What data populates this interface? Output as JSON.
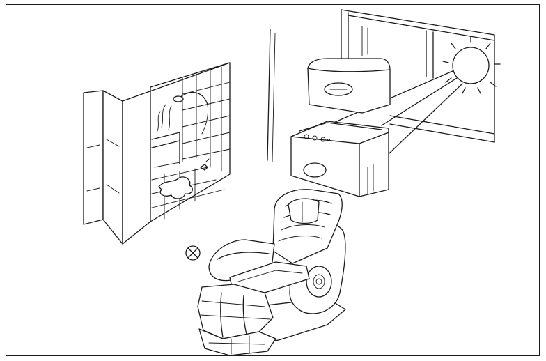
{
  "figure": {
    "ink_color": "#1a1a1a",
    "background_color": "#ffffff",
    "prohibited_symbol_icon": "circle-x-icon",
    "scenes": [
      "bathroom-with-shower",
      "space-heater",
      "sunlight-through-window",
      "massage-chair"
    ]
  }
}
